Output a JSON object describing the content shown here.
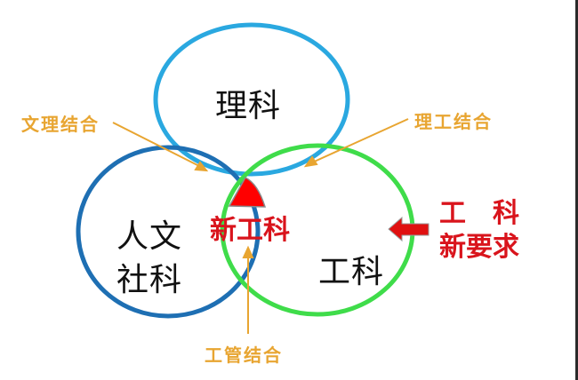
{
  "diagram": {
    "circles": [
      {
        "id": "science",
        "label": "理科",
        "color": "#2aa8e0"
      },
      {
        "id": "humanities",
        "label_line1": "人文",
        "label_line2": "社科",
        "color": "#1e6fb3"
      },
      {
        "id": "engineering",
        "label": "工科",
        "color": "#3fdc4a"
      }
    ],
    "center": {
      "label": "新工科",
      "color": "#ff0000"
    },
    "annotations": {
      "science_humanities": "文理结合",
      "science_engineering": "理工结合",
      "engineering_management": "工管结合",
      "color": "#e8a531"
    },
    "side_note": {
      "line1_a": "工",
      "line1_b": "科",
      "line2": "新要求",
      "color": "#d9141c"
    }
  }
}
